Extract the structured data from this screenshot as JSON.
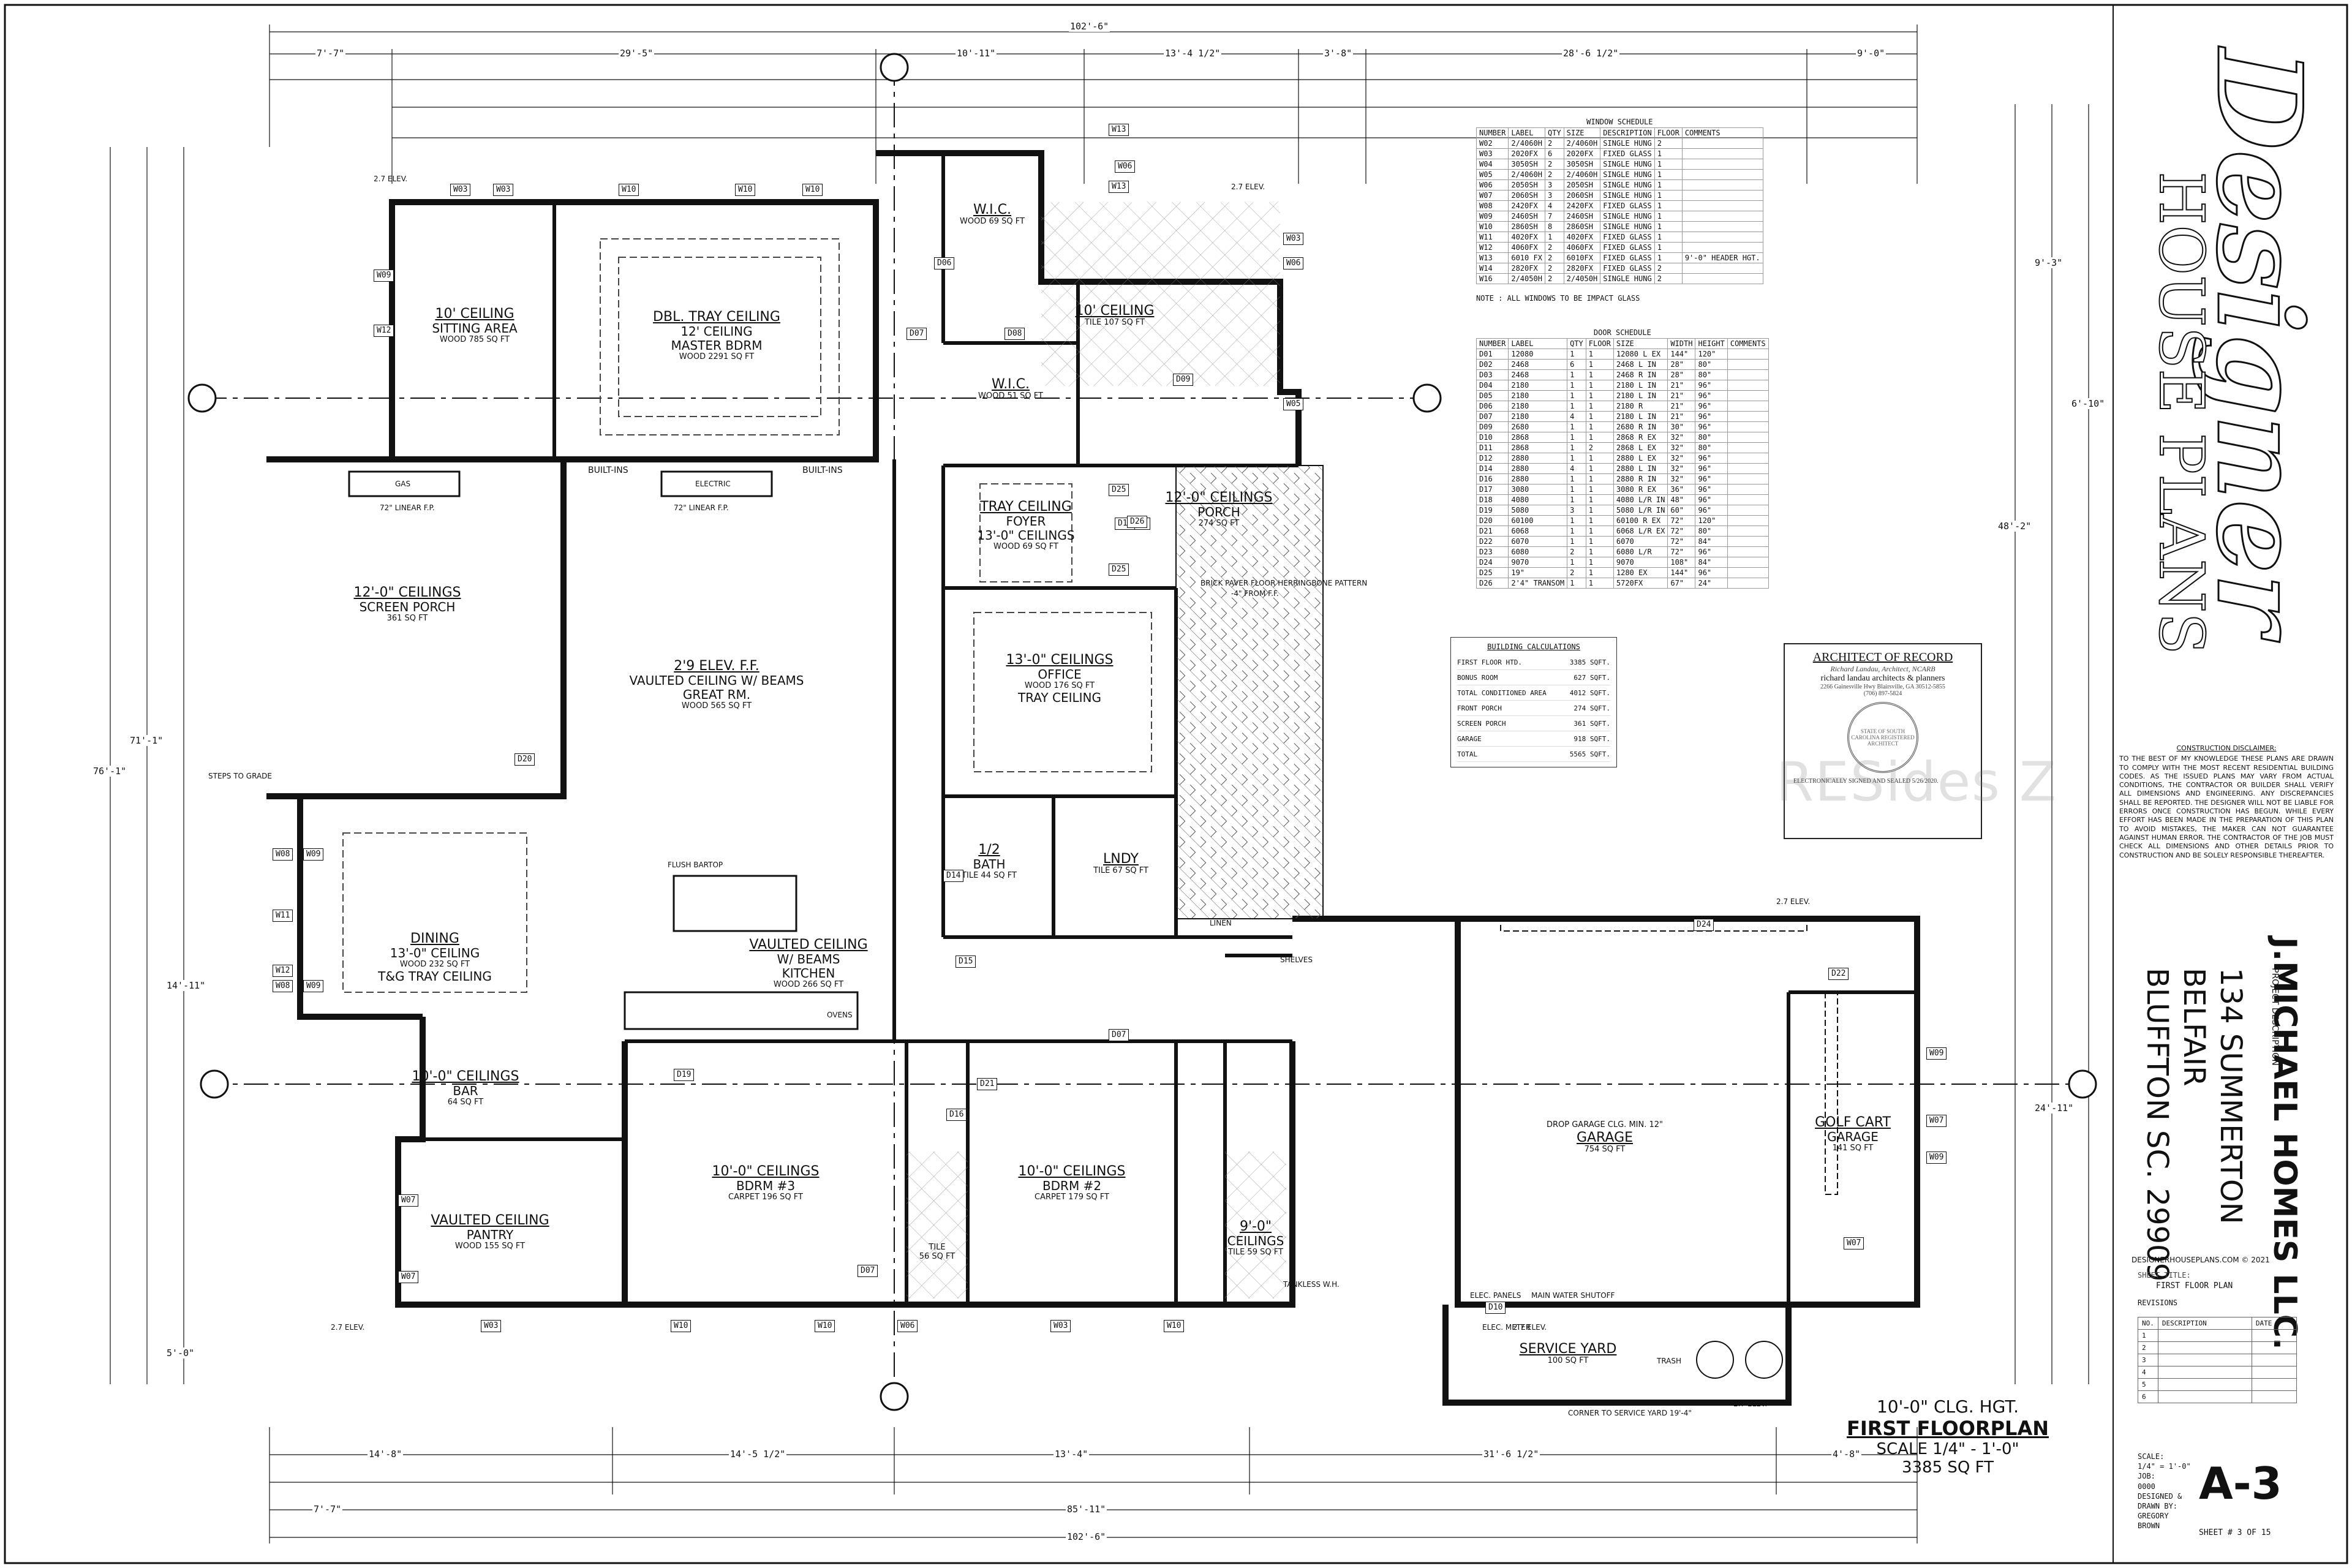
{
  "sheet": {
    "rooms": [
      {
        "id": "sitting",
        "name": "10' CEILING",
        "sub": "SITTING AREA",
        "area": "WOOD 785 SQ FT"
      },
      {
        "id": "master",
        "name": "DBL. TRAY CEILING",
        "sub": "12' CEILING",
        "extra": "MASTER BDRM",
        "area": "WOOD 2291 SQ FT"
      },
      {
        "id": "wic1",
        "name": "W.I.C.",
        "area": "WOOD 69 SQ FT"
      },
      {
        "id": "wic2",
        "name": "W.I.C.",
        "area": "WOOD 51 SQ FT"
      },
      {
        "id": "mbath",
        "name": "10' CEILING",
        "area": "TILE 107 SQ FT"
      },
      {
        "id": "screen",
        "name": "12'-0\" CEILINGS",
        "sub": "SCREEN PORCH",
        "area": "361 SQ FT"
      },
      {
        "id": "great",
        "name": "2'9 ELEV. F.F.",
        "sub": "VAULTED CEILING W/ BEAMS",
        "extra": "GREAT RM.",
        "area": "WOOD 565 SQ FT"
      },
      {
        "id": "foyer",
        "name": "TRAY CEILING",
        "sub": "FOYER",
        "extra": "13'-0\" CEILINGS",
        "area": "WOOD 69 SQ FT"
      },
      {
        "id": "porch",
        "name": "12'-0\" CEILINGS",
        "sub": "PORCH",
        "area": "274 SQ FT"
      },
      {
        "id": "office",
        "name": "13'-0\" CEILINGS",
        "sub": "OFFICE",
        "extra": "TRAY CEILING",
        "area": "WOOD 176 SQ FT"
      },
      {
        "id": "dining",
        "name": "DINING",
        "sub": "13'-0\" CEILING",
        "extra": "T&G TRAY CEILING",
        "area": "WOOD 232 SQ FT"
      },
      {
        "id": "kitchen",
        "name": "VAULTED CEILING",
        "sub": "W/ BEAMS",
        "extra": "KITCHEN",
        "area": "WOOD 266 SQ FT"
      },
      {
        "id": "halfbath",
        "name": "1/2",
        "sub": "BATH",
        "area": "TILE 44 SQ FT"
      },
      {
        "id": "laundry",
        "name": "LNDY",
        "area": "TILE 67 SQ FT"
      },
      {
        "id": "bar",
        "name": "10'-0\" CEILINGS",
        "sub": "BAR",
        "area": "64 SQ FT"
      },
      {
        "id": "bdrm3",
        "name": "10'-0\" CEILINGS",
        "sub": "BDRM #3",
        "area": "CARPET 196 SQ FT"
      },
      {
        "id": "bdrm2",
        "name": "10'-0\" CEILINGS",
        "sub": "BDRM #2",
        "area": "CARPET 179 SQ FT"
      },
      {
        "id": "pantry",
        "name": "VAULTED CEILING",
        "sub": "PANTRY",
        "area": "WOOD 155 SQ FT"
      },
      {
        "id": "bath3",
        "name": "TILE",
        "area": "56 SQ FT"
      },
      {
        "id": "bath2",
        "name": "9'-0\"",
        "sub": "CEILINGS",
        "area": "TILE 59 SQ FT"
      },
      {
        "id": "garage",
        "name": "DROP GARAGE CLG. MIN. 12\"",
        "sub": "GARAGE",
        "area": "754 SQ FT"
      },
      {
        "id": "golf",
        "name": "GOLF CART",
        "sub": "GARAGE",
        "area": "141 SQ FT"
      },
      {
        "id": "service",
        "name": "SERVICE YARD",
        "area": "100 SQ FT"
      }
    ],
    "features": {
      "gas_fp": "GAS",
      "gas_fp_size": "72\" LINEAR F.P.",
      "elec_fp": "ELECTRIC",
      "elec_fp_size": "72\" LINEAR F.P.",
      "builtins1": "BUILT-INS",
      "builtins2": "BUILT-INS",
      "steps": "STEPS TO GRADE",
      "ovens": "OVENS",
      "trash": "TRASH",
      "shelves": "SHELVES",
      "linen": "LINEN",
      "flush_bartop": "FLUSH BARTOP",
      "paver": "BRICK PAVER FLOOR HERRINGBONE PATTERN",
      "paver2": "-4\" FROM F.F.",
      "elev1": "2.7 ELEV.",
      "elev2": "2.7 ELEV.",
      "elev3": "2.7 ELEV.",
      "elev4": "2.7 ELEV.",
      "elev5": "2.7 ELEV.",
      "elev6": "2.7 ELEV.",
      "corner": "CORNER TO SERVICE YARD 19'-4\"",
      "elec_panels": "ELEC. PANELS",
      "main_water": "MAIN WATER SHUTOFF",
      "tankless": "TANKLESS W.H.",
      "elec_meter": "ELEC. METER"
    },
    "tags": [
      "W03",
      "W03",
      "W10",
      "W10",
      "W10",
      "W09",
      "W12",
      "W06",
      "W13",
      "W13",
      "W06",
      "W03",
      "W05",
      "W08",
      "W09",
      "W11",
      "W12",
      "W08",
      "W09",
      "W07",
      "W07",
      "W03",
      "W10",
      "W10",
      "W06",
      "W03",
      "W10",
      "W07",
      "W09",
      "W09",
      "W07",
      "D06",
      "D07",
      "D08",
      "D09",
      "D11",
      "D14",
      "D15",
      "D16",
      "D17",
      "D19",
      "D20",
      "D21",
      "D22",
      "D24",
      "D25",
      "D25",
      "D26",
      "D07",
      "D07",
      "D10"
    ],
    "dims_top": [
      "102'-6\"",
      "7'-7\"",
      "29'-5\"",
      "10'-11\"",
      "13'-4 1/2\"",
      "3'-8\"",
      "28'-6 1/2\"",
      "9'-0\""
    ],
    "dims_bottom": [
      "14'-8\"",
      "14'-5 1/2\"",
      "13'-4\"",
      "31'-6 1/2\"",
      "4'-8\"",
      "85'-11\"",
      "102'-6\"",
      "7'-7\""
    ],
    "dims_left": [
      "76'-1\"",
      "71'-1\"",
      "14'-11\"",
      "5'-0\""
    ],
    "dims_right": [
      "48'-2\"",
      "24'-11\"",
      "9'-3\"",
      "6'-10\""
    ]
  },
  "window_schedule": {
    "title": "WINDOW SCHEDULE",
    "headers": [
      "NUMBER",
      "LABEL",
      "QTY",
      "SIZE",
      "DESCRIPTION",
      "FLOOR",
      "COMMENTS"
    ],
    "rows": [
      [
        "W02",
        "2/4060H",
        "2",
        "2/4060H",
        "SINGLE HUNG",
        "2",
        ""
      ],
      [
        "W03",
        "2020FX",
        "6",
        "2020FX",
        "FIXED GLASS",
        "1",
        ""
      ],
      [
        "W04",
        "3050SH",
        "2",
        "3050SH",
        "SINGLE HUNG",
        "1",
        ""
      ],
      [
        "W05",
        "2/4060H",
        "2",
        "2/4060H",
        "SINGLE HUNG",
        "1",
        ""
      ],
      [
        "W06",
        "2050SH",
        "3",
        "2050SH",
        "SINGLE HUNG",
        "1",
        ""
      ],
      [
        "W07",
        "2060SH",
        "3",
        "2060SH",
        "SINGLE HUNG",
        "1",
        ""
      ],
      [
        "W08",
        "2420FX",
        "4",
        "2420FX",
        "FIXED GLASS",
        "1",
        ""
      ],
      [
        "W09",
        "2460SH",
        "7",
        "2460SH",
        "SINGLE HUNG",
        "1",
        ""
      ],
      [
        "W10",
        "2860SH",
        "8",
        "2860SH",
        "SINGLE HUNG",
        "1",
        ""
      ],
      [
        "W11",
        "4020FX",
        "1",
        "4020FX",
        "FIXED GLASS",
        "1",
        ""
      ],
      [
        "W12",
        "4060FX",
        "2",
        "4060FX",
        "FIXED GLASS",
        "1",
        ""
      ],
      [
        "W13",
        "6010 FX",
        "2",
        "6010FX",
        "FIXED GLASS",
        "1",
        "9'-0\" HEADER HGT."
      ],
      [
        "W14",
        "2820FX",
        "2",
        "2820FX",
        "FIXED GLASS",
        "2",
        ""
      ],
      [
        "W16",
        "2/4050H",
        "2",
        "2/4050H",
        "SINGLE HUNG",
        "2",
        ""
      ]
    ],
    "note": "NOTE :  ALL WINDOWS TO BE IMPACT GLASS"
  },
  "door_schedule": {
    "title": "DOOR SCHEDULE",
    "headers": [
      "NUMBER",
      "LABEL",
      "QTY",
      "FLOOR",
      "SIZE",
      "WIDTH",
      "HEIGHT",
      "COMMENTS"
    ],
    "rows": [
      [
        "D01",
        "12080",
        "1",
        "1",
        "12080 L EX",
        "144\"",
        "120\"",
        ""
      ],
      [
        "D02",
        "2468",
        "6",
        "1",
        "2468 L IN",
        "28\"",
        "80\"",
        ""
      ],
      [
        "D03",
        "2468",
        "1",
        "1",
        "2468 R IN",
        "28\"",
        "80\"",
        ""
      ],
      [
        "D04",
        "2180",
        "1",
        "1",
        "2180 L IN",
        "21\"",
        "96\"",
        ""
      ],
      [
        "D05",
        "2180",
        "1",
        "1",
        "2180 L IN",
        "21\"",
        "96\"",
        ""
      ],
      [
        "D06",
        "2180",
        "1",
        "1",
        "2180 R",
        "21\"",
        "96\"",
        ""
      ],
      [
        "D07",
        "2180",
        "4",
        "1",
        "2180 L IN",
        "21\"",
        "96\"",
        ""
      ],
      [
        "D09",
        "2680",
        "1",
        "1",
        "2680 R IN",
        "30\"",
        "96\"",
        ""
      ],
      [
        "D10",
        "2868",
        "1",
        "1",
        "2868 R EX",
        "32\"",
        "80\"",
        ""
      ],
      [
        "D11",
        "2868",
        "1",
        "2",
        "2868 L EX",
        "32\"",
        "80\"",
        ""
      ],
      [
        "D12",
        "2880",
        "1",
        "1",
        "2880 L EX",
        "32\"",
        "96\"",
        ""
      ],
      [
        "D14",
        "2880",
        "4",
        "1",
        "2880 L IN",
        "32\"",
        "96\"",
        ""
      ],
      [
        "D16",
        "2880",
        "1",
        "1",
        "2880 R IN",
        "32\"",
        "96\"",
        ""
      ],
      [
        "D17",
        "3080",
        "1",
        "1",
        "3080 R EX",
        "36\"",
        "96\"",
        ""
      ],
      [
        "D18",
        "4080",
        "1",
        "1",
        "4080 L/R IN",
        "48\"",
        "96\"",
        ""
      ],
      [
        "D19",
        "5080",
        "3",
        "1",
        "5080 L/R IN",
        "60\"",
        "96\"",
        ""
      ],
      [
        "D20",
        "60100",
        "1",
        "1",
        "60100 R EX",
        "72\"",
        "120\"",
        ""
      ],
      [
        "D21",
        "6068",
        "1",
        "1",
        "6068 L/R EX",
        "72\"",
        "80\"",
        ""
      ],
      [
        "D22",
        "6070",
        "1",
        "1",
        "6070",
        "72\"",
        "84\"",
        ""
      ],
      [
        "D23",
        "6080",
        "2",
        "1",
        "6080 L/R",
        "72\"",
        "96\"",
        ""
      ],
      [
        "D24",
        "9070",
        "1",
        "1",
        "9070",
        "108\"",
        "84\"",
        ""
      ],
      [
        "D25",
        "19\"",
        "2",
        "1",
        "1280 EX",
        "144\"",
        "96\"",
        ""
      ],
      [
        "D26",
        "2'4\" TRANSOM",
        "1",
        "1",
        "5720FX",
        "67\"",
        "24\"",
        ""
      ]
    ]
  },
  "building_calc": {
    "title": "BUILDING CALCULATIONS",
    "rows": [
      [
        "FIRST FLOOR HTD.",
        "3385",
        "SQFT."
      ],
      [
        "BONUS ROOM",
        "627",
        "SQFT."
      ],
      [
        "TOTAL CONDITIONED AREA",
        "4012",
        "SQFT."
      ],
      [
        "FRONT PORCH",
        "274",
        "SQFT."
      ],
      [
        "SCREEN PORCH",
        "361",
        "SQFT."
      ],
      [
        "GARAGE",
        "918",
        "SQFT."
      ],
      [
        "TOTAL",
        "5565",
        "SQFT."
      ]
    ]
  },
  "architect": {
    "title": "ARCHITECT OF RECORD",
    "signature": "Richard Landau, Architect, NCARB",
    "firm": "richard landau architects & planners",
    "address": "2266 Gainesville Hwy  Blairsville, GA 30512-5855",
    "phone": "(706) 897-5824",
    "seal": "STATE OF SOUTH CAROLINA REGISTERED ARCHITECT",
    "signed": "ELECTRONICALLY SIGNED AND SEALED 5/26/2020."
  },
  "watermark": "RESides Z",
  "title_block": {
    "brand_script": "Designer",
    "brand_block": "HOUSE PLANS",
    "disclaimer_title": "CONSTRUCTION DISCLAIMER:",
    "disclaimer": "TO THE BEST OF MY KNOWLEDGE THESE PLANS ARE DRAWN TO COMPLY WITH THE MOST RECENT RESIDENTIAL BUILDING CODES. AS THE ISSUED PLANS MAY VARY FROM ACTUAL CONDITIONS, THE CONTRACTOR OR BUILDER SHALL VERIFY ALL DIMENSIONS AND ENGINEERING. ANY DISCREPANCIES SHALL BE REPORTED. THE DESIGNER WILL NOT BE LIABLE FOR ERRORS ONCE CONSTRUCTION HAS BEGUN. WHILE EVERY EFFORT HAS BEEN MADE IN THE PREPARATION OF THIS PLAN TO AVOID MISTAKES, THE MAKER CAN NOT GUARANTEE AGAINST HUMAN ERROR. THE CONTRACTOR OF THE JOB MUST CHECK ALL DIMENSIONS AND OTHER DETAILS PRIOR TO CONSTRUCTION AND BE SOLELY RESPONSIBLE THEREAFTER.",
    "company": "J.MICHAEL HOMES LLC.",
    "project_label": "PROJECT DESCRIPTION",
    "address1": "134 SUMMERTON",
    "address2": "BELFAIR",
    "address3": "BLUFFTON SC. 29909",
    "site": "DESIGNERHOUSEPLANS.COM © 2021",
    "sheet_title_label": "SHEET TITLE:",
    "sheet_title": "FIRST FLOOR PLAN",
    "revisions": "REVISIONS",
    "rev_headers": [
      "NO.",
      "DESCRIPTION",
      "DATE"
    ],
    "rev_rows": [
      "1",
      "2",
      "3",
      "4",
      "5",
      "6"
    ],
    "scale_label": "SCALE:",
    "scale": "1/4\" = 1'-0\"",
    "job_label": "JOB:",
    "job": "0000",
    "designed": "DESIGNED & DRAWN BY:",
    "designer": "GREGORY BROWN",
    "sheet_number": "A-3",
    "sheet_of": "SHEET # 3 OF 15"
  },
  "plan_title": {
    "line1": "10'-0\" CLG. HGT.",
    "line2": "FIRST FLOORPLAN",
    "line3": "SCALE 1/4\" - 1'-0\"",
    "line4": "3385 SQ FT"
  },
  "colors": {
    "ink": "#111111",
    "paper": "#ffffff",
    "hatch": "#555555"
  }
}
